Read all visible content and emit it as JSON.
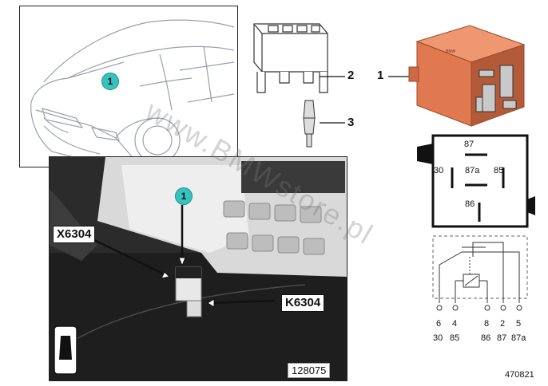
{
  "parts": [
    {
      "number": "1",
      "name": "relay"
    },
    {
      "number": "2",
      "name": "connector housing"
    },
    {
      "number": "3",
      "name": "terminal"
    }
  ],
  "car_callout": "1",
  "photo": {
    "callout_number": "1",
    "labels": {
      "connector": "X6304",
      "relay": "K6304"
    },
    "image_number": "128075"
  },
  "relay_pinout": {
    "pins": [
      "87",
      "30",
      "87a",
      "85",
      "86"
    ]
  },
  "schematic": {
    "pin_numbers": [
      "6",
      "4",
      "8",
      "2",
      "5"
    ],
    "pin_terminals": [
      "30",
      "85",
      "86",
      "87",
      "87a"
    ]
  },
  "watermark": "www.BMWstore.pl",
  "diagram_number": "470821",
  "colors": {
    "relay_body": "#e0794f",
    "callout_badge": "#36c3c0"
  }
}
